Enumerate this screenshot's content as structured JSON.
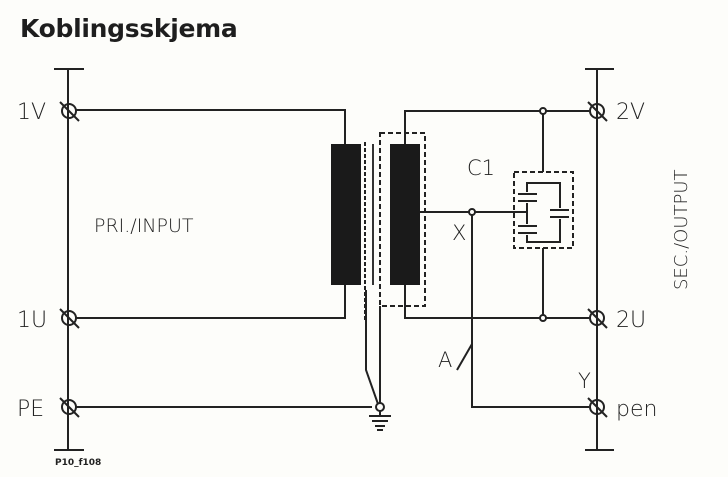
{
  "title": "Koblingsskjema",
  "figure_id": "P10_f108",
  "primary": {
    "label": "PRI./INPUT",
    "terminals": [
      "1V",
      "1U",
      "PE"
    ]
  },
  "secondary": {
    "label": "SEC./OUTPUT",
    "terminals": [
      "2V",
      "2U",
      "pen"
    ]
  },
  "components": {
    "capacitor_label": "C1",
    "node_x_label": "X",
    "node_y_label": "Y",
    "link_a_label": "A"
  }
}
